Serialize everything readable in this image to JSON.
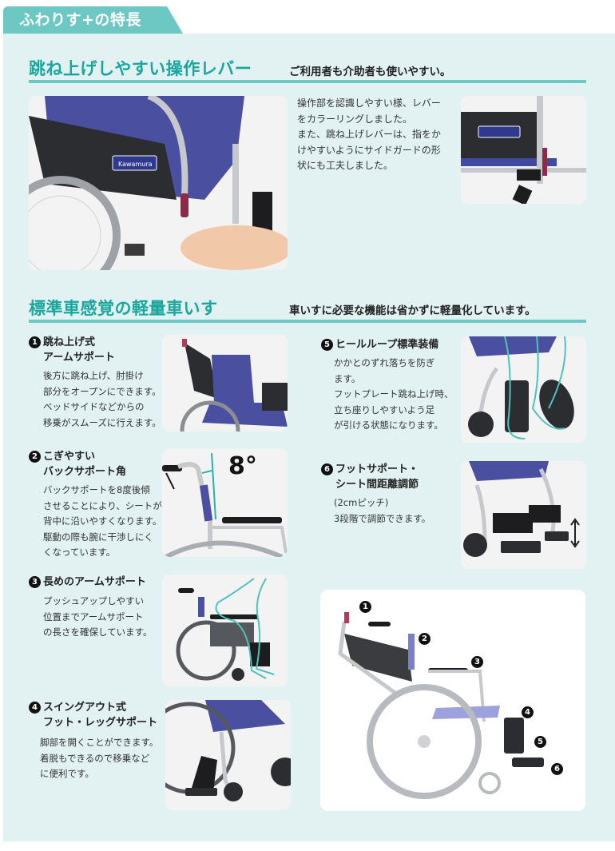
{
  "header": {
    "tab_label": "ふわりす+の特長"
  },
  "section1": {
    "title": "跳ね上げしやすい操作レバー",
    "subtitle": "ご利用者も介助者も使いやすい。",
    "description": [
      "操作部を認識しやすい様、レバー",
      "をカラーリングしました。",
      "また、跳ね上げレバーは、指をか",
      "けやすいようにサイドガードの形",
      "状にも工夫しました。"
    ],
    "brand_label": "Kawamura"
  },
  "section2": {
    "title": "標準車感覚の軽量車いす",
    "subtitle": "車いすに必要な機能は省かずに軽量化しています。",
    "features": [
      {
        "number": "1",
        "title_line1": "跳ね上げ式",
        "title_line2": "アームサポート",
        "text": [
          "後方に跳ね上げ、肘掛け",
          "部分をオープンにできます。",
          "ベッドサイドなどからの",
          "移乗がスムーズに行えます。"
        ]
      },
      {
        "number": "2",
        "title_line1": "こぎやすい",
        "title_line2": "バックサポート角",
        "text": [
          "バックサポートを8度後傾",
          "させることにより、シートが",
          "背中に沿いやすくなります。",
          "駆動の際も腕に干渉しにく",
          "くなっています。"
        ],
        "angle_label": "8°"
      },
      {
        "number": "3",
        "title_line1": "長めのアームサポート",
        "title_line2": "",
        "text": [
          "プッシュアップしやすい",
          "位置までアームサポート",
          "の長さを確保しています。"
        ]
      },
      {
        "number": "4",
        "title_line1": "スイングアウト式",
        "title_line2": "フット・レッグサポート",
        "text": [
          "脚部を開くことができます。",
          "着脱もできるので移乗など",
          "に便利です。"
        ]
      },
      {
        "number": "5",
        "title_line1": "ヒールループ標準装備",
        "title_line2": "",
        "text": [
          "かかとのずれ落ちを防ぎ",
          "ます。",
          "フットプレート跳ね上げ時、",
          "立ち座りしやすいよう足",
          "が引ける状態になります。"
        ]
      },
      {
        "number": "6",
        "title_line1": "フットサポート・",
        "title_line2": "シート間距離調節",
        "text": [
          "(2cmピッチ)",
          "3段階で調節できます。"
        ]
      }
    ],
    "diagram_callouts": [
      "1",
      "2",
      "3",
      "4",
      "5",
      "6"
    ]
  },
  "colors": {
    "accent_teal": "#1aa69d",
    "tab_teal": "#6dc8c4",
    "panel_bg": "#e2f2f2",
    "seat_blue": "#4a4fa0"
  }
}
